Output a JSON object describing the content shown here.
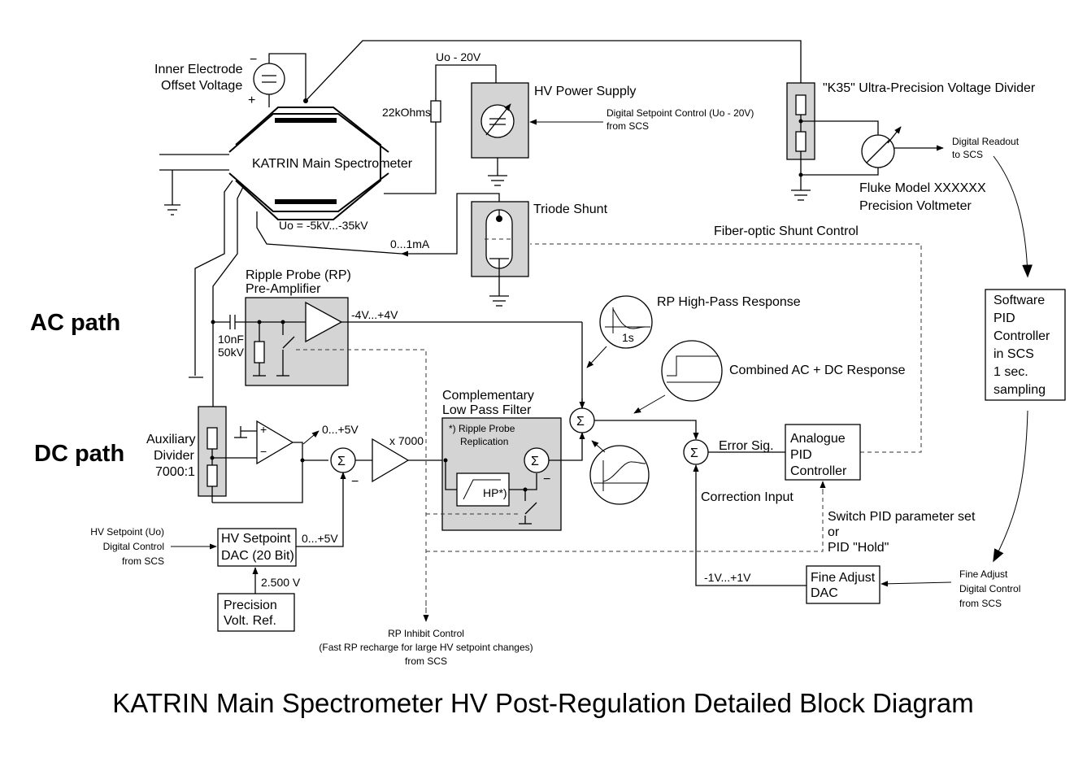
{
  "title": "KATRIN Main Spectrometer HV Post-Regulation Detailed Block Diagram",
  "paths": {
    "ac": "AC path",
    "dc": "DC path"
  },
  "labels": {
    "inner_electrode_1": "Inner Electrode",
    "inner_electrode_2": "Offset Voltage",
    "minus": "−",
    "plus": "+",
    "spectrometer": "KATRIN Main Spectrometer",
    "uo_range": "Uo = -5kV...-35kV",
    "uo_minus_20": "Uo - 20V",
    "resistor": "22kOhms",
    "hv_power_supply": "HV Power Supply",
    "setpoint_ctrl_1": "Digital Setpoint Control (Uo - 20V)",
    "setpoint_ctrl_2": "from SCS",
    "k35": "\"K35\" Ultra-Precision Voltage Divider",
    "digital_readout_1": "Digital Readout",
    "digital_readout_2": "to SCS",
    "fluke_1": "Fluke Model XXXXXX",
    "fluke_2": "Precision Voltmeter",
    "triode": "Triode Shunt",
    "fiber_optic": "Fiber-optic Shunt Control",
    "shunt_current": "0...1mA",
    "rp_1": "Ripple Probe (RP)",
    "rp_2": "Pre-Amplifier",
    "cap_1": "10nF",
    "cap_2": "50kV",
    "rp_out": "-4V...+4V",
    "rp_hp": "RP High-Pass Response",
    "hp_time": "1s",
    "combined": "Combined AC + DC Response",
    "software_pid": [
      "Software",
      "PID",
      "Controller",
      "in SCS",
      "1 sec.",
      "sampling"
    ],
    "aux_div": [
      "Auxiliary",
      "Divider",
      "7000:1"
    ],
    "aux_out": "0...+5V",
    "gain": "x 7000",
    "clpf_1": "Complementary",
    "clpf_2": "Low Pass Filter",
    "ripple_rep_1": "*) Ripple Probe",
    "ripple_rep_2": "Replication",
    "hp_star": "HP*)",
    "error_sig": "Error Sig.",
    "analogue_pid": [
      "Analogue",
      "PID",
      "Controller"
    ],
    "correction": "Correction Input",
    "switch_1": "Switch PID parameter set",
    "switch_2": "or",
    "switch_3": "PID \"Hold\"",
    "hv_setpoint_src": [
      "HV Setpoint (Uo)",
      "Digital Control",
      "from SCS"
    ],
    "hv_dac": [
      "HV Setpoint",
      "DAC (20 Bit)"
    ],
    "dac_out": "0...+5V",
    "vref_value": "2.500 V",
    "vref": [
      "Precision",
      "Volt. Ref."
    ],
    "fine_dac": [
      "Fine Adjust",
      "DAC"
    ],
    "fine_range": "-1V...+1V",
    "fine_src": [
      "Fine Adjust",
      "Digital Control",
      "from SCS"
    ],
    "rp_inhibit": [
      "RP Inhibit Control",
      "(Fast RP recharge for large HV setpoint changes)",
      "from SCS"
    ],
    "sigma": "Σ"
  }
}
